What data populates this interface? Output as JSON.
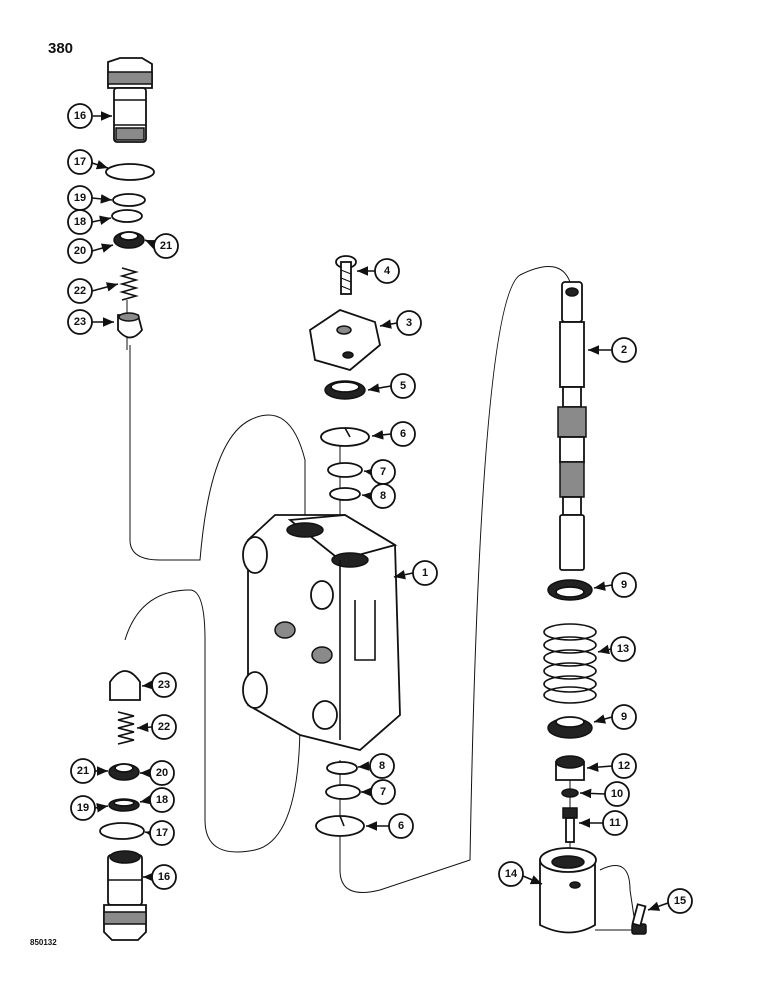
{
  "page_number": "380",
  "figure_code": "850132",
  "callouts": [
    "16",
    "17",
    "19",
    "18",
    "20",
    "21",
    "22",
    "23",
    "4",
    "3",
    "5",
    "6",
    "7",
    "8",
    "2",
    "1",
    "9",
    "13",
    "9",
    "12",
    "10",
    "11",
    "23",
    "22",
    "21",
    "20",
    "19",
    "18",
    "17",
    "16",
    "8",
    "7",
    "6",
    "14",
    "15"
  ]
}
